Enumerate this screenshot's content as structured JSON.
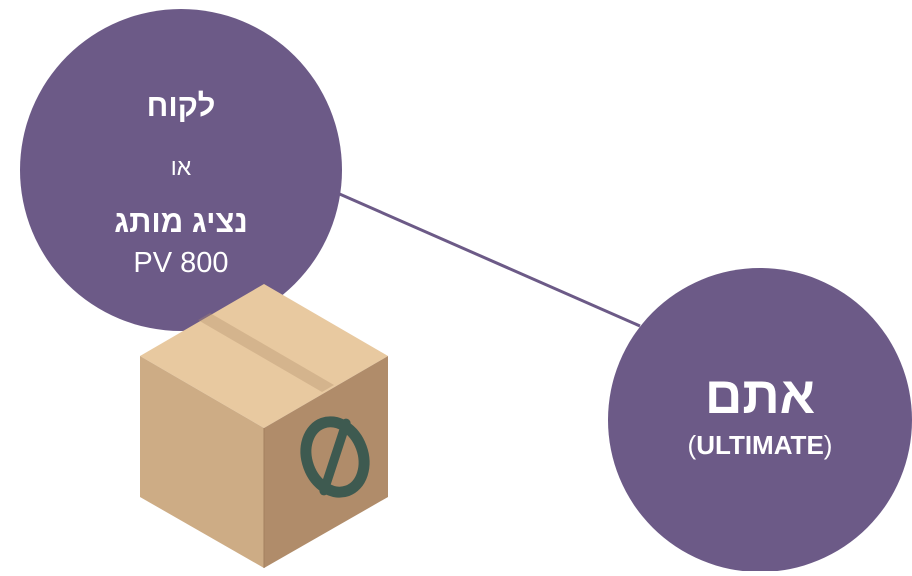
{
  "colors": {
    "circle": "#6c5a87",
    "connector": "#6c5a87",
    "box_top": "#e8c9a0",
    "box_left": "#cdac85",
    "box_right": "#b08c6a",
    "logo": "#3e5a50"
  },
  "icons": {
    "box": "shipping-box-icon",
    "logo": "brand-logo-icon"
  },
  "customer_node": {
    "title": "לקוח",
    "or_text": "או",
    "alt_title": "נציג מותג",
    "pv": "PV 800"
  },
  "you_node": {
    "title": "אתם",
    "paren_open": "(",
    "subtitle": "ULTIMATE",
    "paren_close": ")"
  }
}
